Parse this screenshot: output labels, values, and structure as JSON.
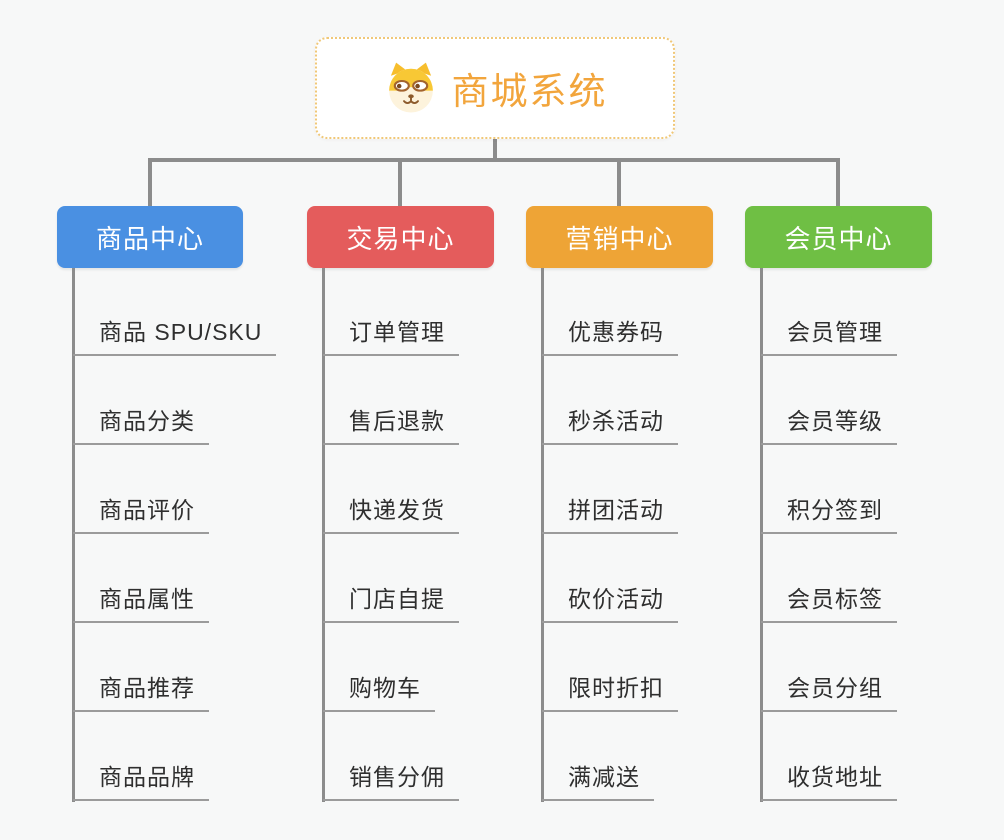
{
  "canvas": {
    "background": "#F7F8F8",
    "connector_color": "#8C8C8C",
    "underline_color": "#9B9B9B",
    "item_text_color": "#2F2F2F"
  },
  "root": {
    "label": "商城系统",
    "icon": "shiba-dog-icon",
    "background": "#FFFFFF",
    "border_color": "#F0C878",
    "text_color": "#F2A53C"
  },
  "branches": [
    {
      "label": "商品中心",
      "color": "#4A90E2",
      "text_color": "#FFFFFF",
      "items": [
        "商品 SPU/SKU",
        "商品分类",
        "商品评价",
        "商品属性",
        "商品推荐",
        "商品品牌"
      ]
    },
    {
      "label": "交易中心",
      "color": "#E45C5C",
      "text_color": "#FFFFFF",
      "items": [
        "订单管理",
        "售后退款",
        "快递发货",
        "门店自提",
        "购物车",
        "销售分佣"
      ]
    },
    {
      "label": "营销中心",
      "color": "#EEA436",
      "text_color": "#FFFFFF",
      "items": [
        "优惠券码",
        "秒杀活动",
        "拼团活动",
        "砍价活动",
        "限时折扣",
        "满减送"
      ]
    },
    {
      "label": "会员中心",
      "color": "#6FBF44",
      "text_color": "#FFFFFF",
      "items": [
        "会员管理",
        "会员等级",
        "积分签到",
        "会员标签",
        "会员分组",
        "收货地址"
      ]
    }
  ]
}
